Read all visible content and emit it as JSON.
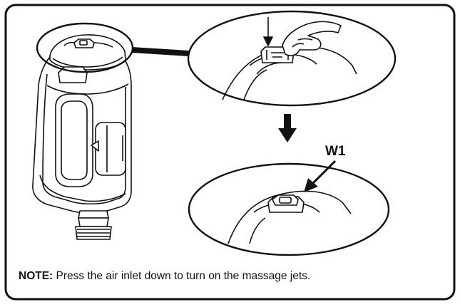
{
  "callout": {
    "label": "W1"
  },
  "note": {
    "label": "NOTE:",
    "text": " Press the air inlet down to turn on the massage jets."
  },
  "colors": {
    "stroke": "#111111",
    "fill": "#ffffff"
  },
  "icons": [
    "spa-pump-unit",
    "hand-pressing-icon",
    "down-arrow-icon",
    "pointer-arrow-icon",
    "air-inlet-valve"
  ]
}
